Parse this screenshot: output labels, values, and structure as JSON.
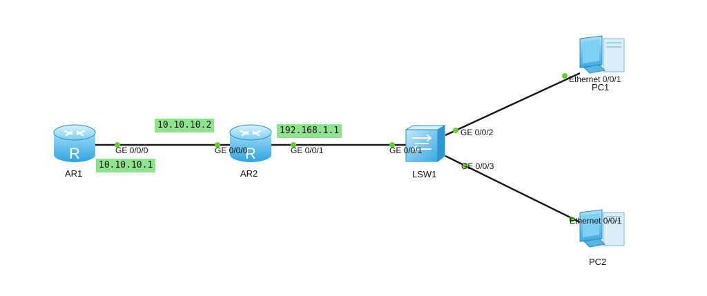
{
  "devices": {
    "ar1": {
      "label": "AR1",
      "type": "router",
      "icon": "router-icon"
    },
    "ar2": {
      "label": "AR2",
      "type": "router",
      "icon": "router-icon"
    },
    "lsw1": {
      "label": "LSW1",
      "type": "switch",
      "icon": "switch-icon"
    },
    "pc1": {
      "label": "PC1",
      "type": "pc",
      "icon": "pc-icon"
    },
    "pc2": {
      "label": "PC2",
      "type": "pc",
      "icon": "pc-icon"
    }
  },
  "ports": {
    "ar1_ge000": "GE 0/0/0",
    "ar2_ge000": "GE 0/0/0",
    "ar2_ge001": "GE 0/0/1",
    "lsw1_ge001": "GE 0/0/1",
    "lsw1_ge002": "GE 0/0/2",
    "lsw1_ge003": "GE 0/0/3",
    "pc1_eth": "Ethernet 0/0/1",
    "pc2_eth": "Ethernet 0/0/1"
  },
  "ip_addresses": {
    "ar1_ge000": "10.10.10.1",
    "ar2_ge000": "10.10.10.2",
    "ar2_ge001": "192.168.1.1"
  },
  "colors": {
    "link": "#1a1a1a",
    "port_indicator": "#66cc33",
    "ip_label_bg": "#8fe38f",
    "device_fill": "#4db8ea"
  }
}
